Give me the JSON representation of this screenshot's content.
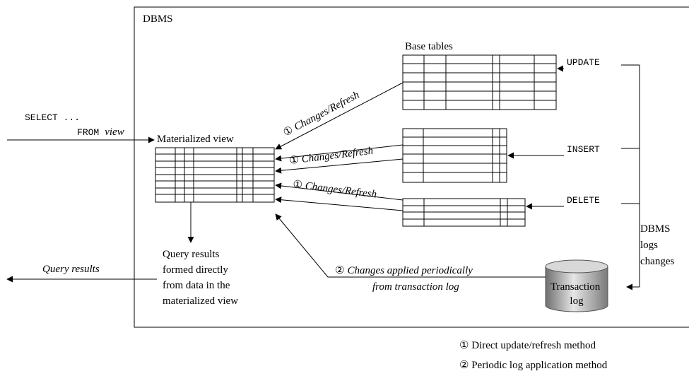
{
  "dbms_label": "DBMS",
  "query": {
    "line1": "SELECT ...",
    "line2_keyword": "FROM",
    "line2_object": "view"
  },
  "materialized_view": {
    "title": "Materialized view"
  },
  "base_tables": {
    "title": "Base tables"
  },
  "operations": {
    "update": "UPDATE",
    "insert": "INSERT",
    "delete": "DELETE"
  },
  "refresh": {
    "marker": "①",
    "label": "Changes/Refresh"
  },
  "periodic": {
    "marker": "②",
    "line1": "Changes applied periodically",
    "line2": "from transaction log"
  },
  "query_results": {
    "outer": "Query results",
    "inner": [
      "Query results",
      "formed directly",
      "from data in the",
      "materialized view"
    ]
  },
  "dbms_logs": [
    "DBMS",
    "logs",
    "changes"
  ],
  "transaction_log": [
    "Transaction",
    "log"
  ],
  "legend": [
    "① Direct update/refresh method",
    "② Periodic log application method"
  ]
}
